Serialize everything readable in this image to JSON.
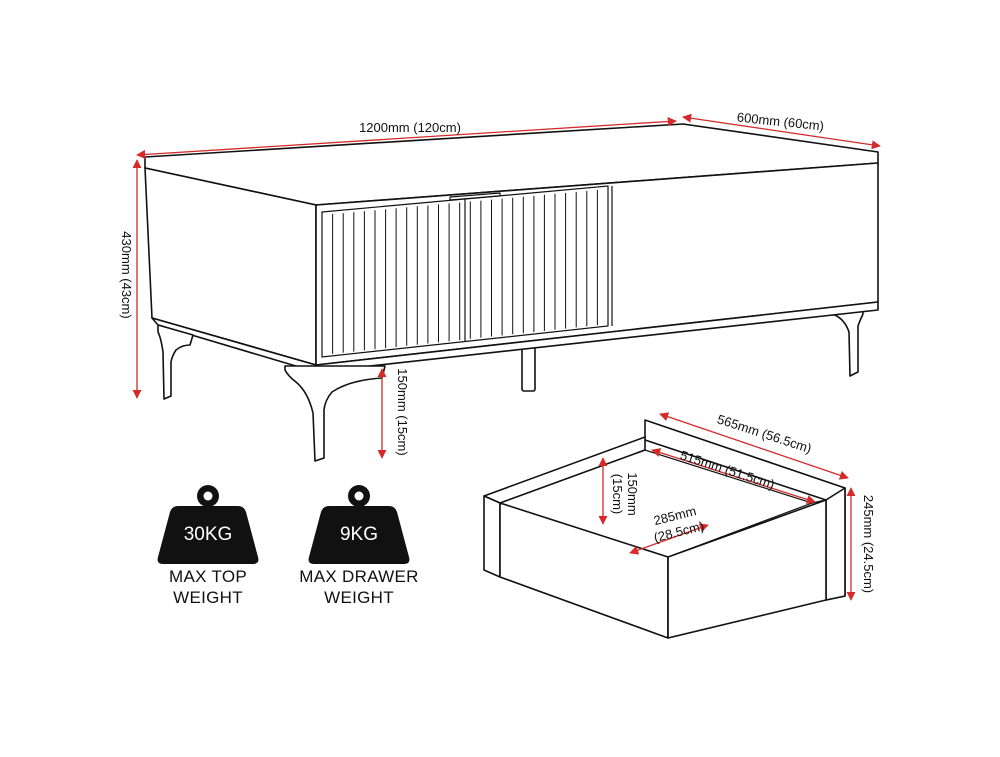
{
  "dimensions": {
    "width": "1200mm (120cm)",
    "depth": "600mm (60cm)",
    "height": "430mm (43cm)",
    "leg_clearance": "150mm (15cm)",
    "drawer_outer_depth": "565mm (56.5cm)",
    "drawer_inner_depth": "515mm (51.5cm)",
    "drawer_inner_height_line1": "150mm",
    "drawer_inner_height_line2": "(15cm)",
    "drawer_width_line1": "285mm",
    "drawer_width_line2": "(28.5cm)",
    "drawer_front_height": "245mm (24.5cm)"
  },
  "weights": {
    "top": {
      "value": "30KG",
      "caption_line1": "MAX TOP",
      "caption_line2": "WEIGHT"
    },
    "drawer": {
      "value": "9KG",
      "caption_line1": "MAX DRAWER",
      "caption_line2": "WEIGHT"
    }
  },
  "colors": {
    "dimension_arrow": "#d42a2a",
    "line": "#111111",
    "weight_icon": "#111111"
  }
}
